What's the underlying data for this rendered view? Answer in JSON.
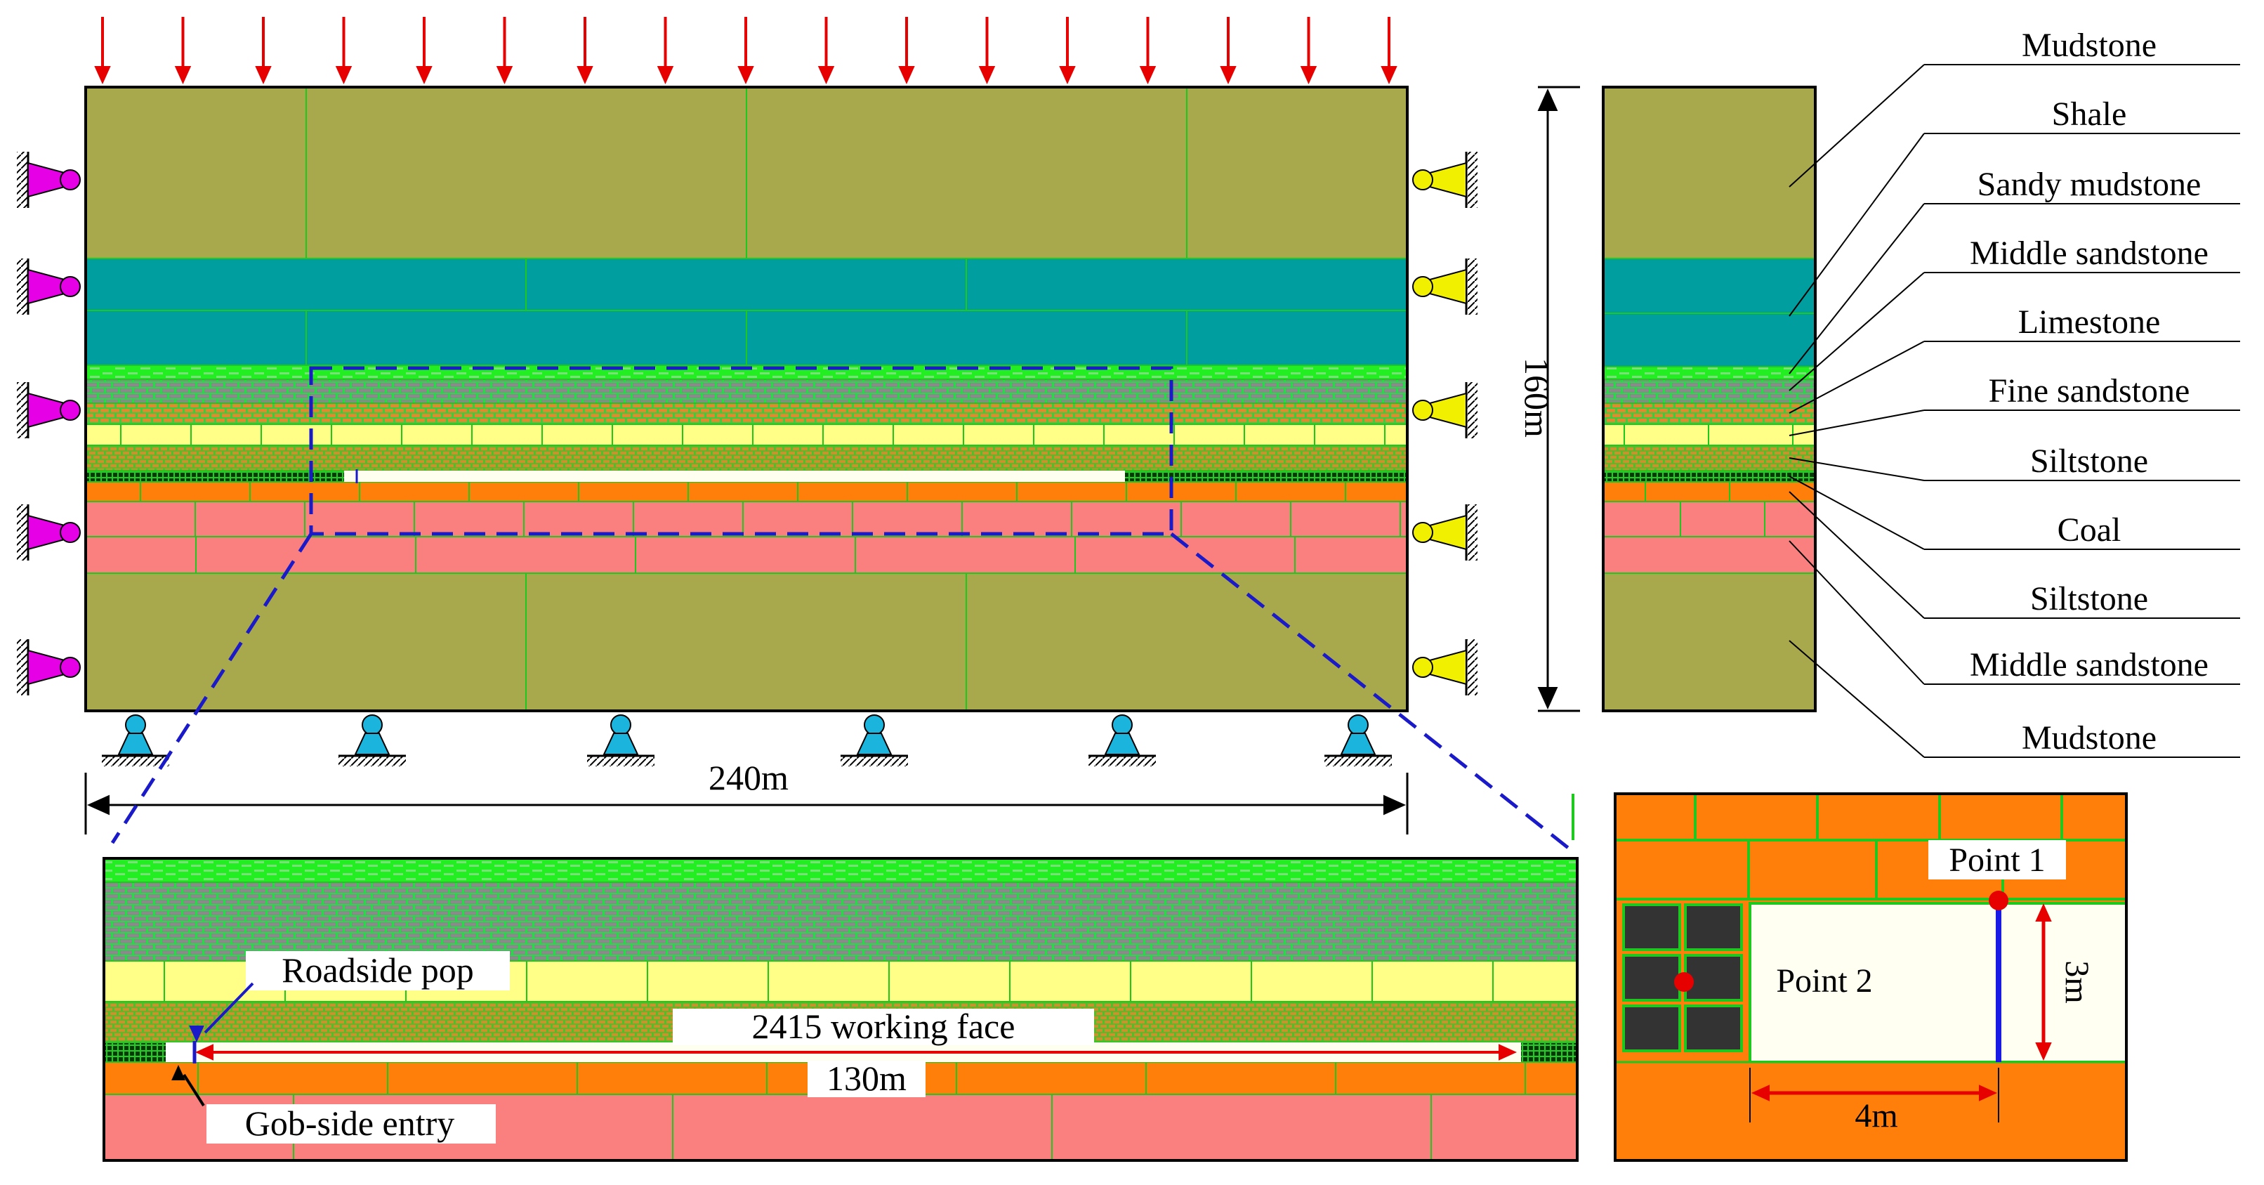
{
  "dimensions": {
    "width_label": "240m",
    "height_label": "160m",
    "face_length_label": "130m",
    "detail_width_label": "4m",
    "detail_height_label": "3m"
  },
  "strata_legend": [
    "Mudstone",
    "Shale",
    "Sandy mudstone",
    "Middle sandstone",
    "Limestone",
    "Fine sandstone",
    "Siltstone",
    "Coal",
    "Siltstone",
    "Middle sandstone",
    "Mudstone"
  ],
  "annotations": {
    "roadside_pop": "Roadside pop",
    "working_face": "2415 working face",
    "gob_side_entry": "Gob-side entry",
    "point1": "Point 1",
    "point2": "Point 2"
  },
  "colors": {
    "mudstone": "#a8a84c",
    "shale": "#009e9e",
    "sandy_mudstone": "#22ee22",
    "middle_sandstone_upper": "#8a8a72",
    "limestone": "#d49a50",
    "fine_sandstone": "#ffff88",
    "siltstone": "#a08a3a",
    "coal": "#063806",
    "middle_sandstone_lower": "#ff7f0a",
    "mudstone_lower_pink": "#fa8080",
    "block_edge": "#1ec81e",
    "load_arrow": "#e60000",
    "zoom_outline": "#1a1ac8",
    "support_left": "#e600e6",
    "support_right": "#f0f000",
    "support_bottom": "#1ab4dc",
    "measure_arrow": "#e60000",
    "point_marker": "#e60000",
    "monitor_line": "#1a1ae6"
  }
}
